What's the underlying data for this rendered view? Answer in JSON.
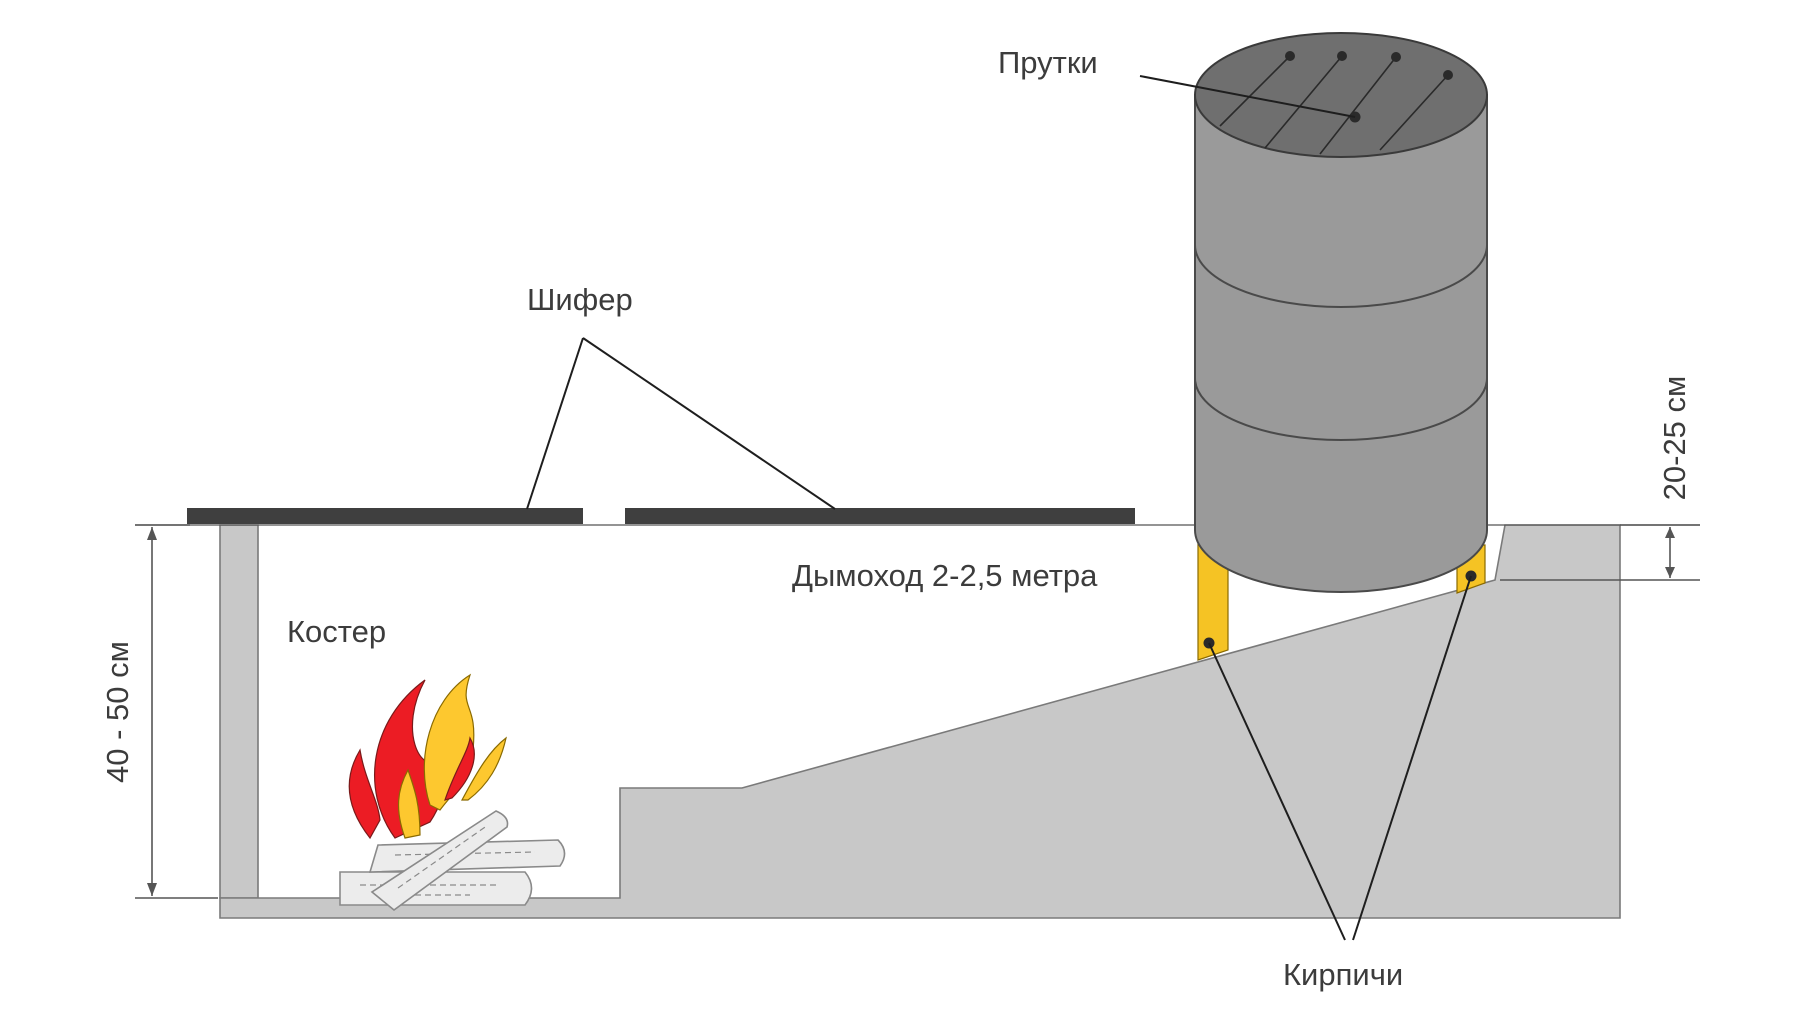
{
  "labels": {
    "rods": "Прутки",
    "slate": "Шифер",
    "chimney": "Дымоход 2-2,5 метра",
    "fire": "Костер",
    "bricks": "Кирпичи",
    "depth": "40 - 50 см",
    "gap": "20-25 см"
  },
  "colors": {
    "pit_fill": "#c8c8c8",
    "slate": "#3f3f3f",
    "drum": "#9a9a9a",
    "brick": "#f5c324",
    "flame_red": "#ec1c24",
    "flame_yellow": "#fdc82f"
  }
}
